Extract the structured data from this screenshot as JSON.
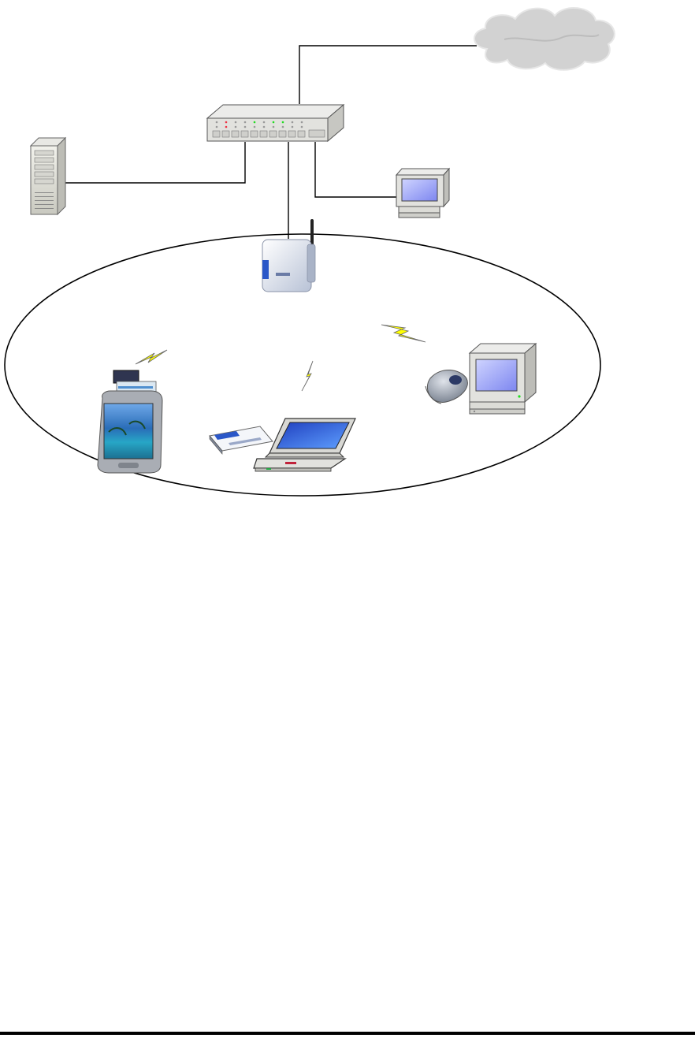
{
  "diagram": {
    "nodes": [
      {
        "id": "internet",
        "icon": "cloud-icon"
      },
      {
        "id": "switch",
        "icon": "network-switch-icon"
      },
      {
        "id": "server",
        "icon": "server-tower-icon"
      },
      {
        "id": "wired-pc",
        "icon": "desktop-computer-icon"
      },
      {
        "id": "access-point",
        "icon": "wireless-access-point-icon"
      },
      {
        "id": "pda",
        "icon": "pda-icon"
      },
      {
        "id": "laptop",
        "icon": "laptop-icon"
      },
      {
        "id": "pc-card",
        "icon": "wireless-pc-card-icon"
      },
      {
        "id": "wireless-pc",
        "icon": "desktop-computer-icon"
      },
      {
        "id": "usb-adapter",
        "icon": "usb-wireless-adapter-icon"
      }
    ],
    "wired_links": [
      [
        "switch",
        "internet"
      ],
      [
        "switch",
        "server"
      ],
      [
        "switch",
        "wired-pc"
      ],
      [
        "switch",
        "access-point"
      ]
    ],
    "wireless_links": [
      "pda",
      "laptop",
      "wireless-pc"
    ],
    "colors": {
      "wireless_signal": "#ffff00",
      "screen": "#3f51e0",
      "pda_screen": "#1f8fcf",
      "cloud": "#cfcfcf",
      "led_green": "#22dd22",
      "led_red": "#ee3344"
    }
  }
}
